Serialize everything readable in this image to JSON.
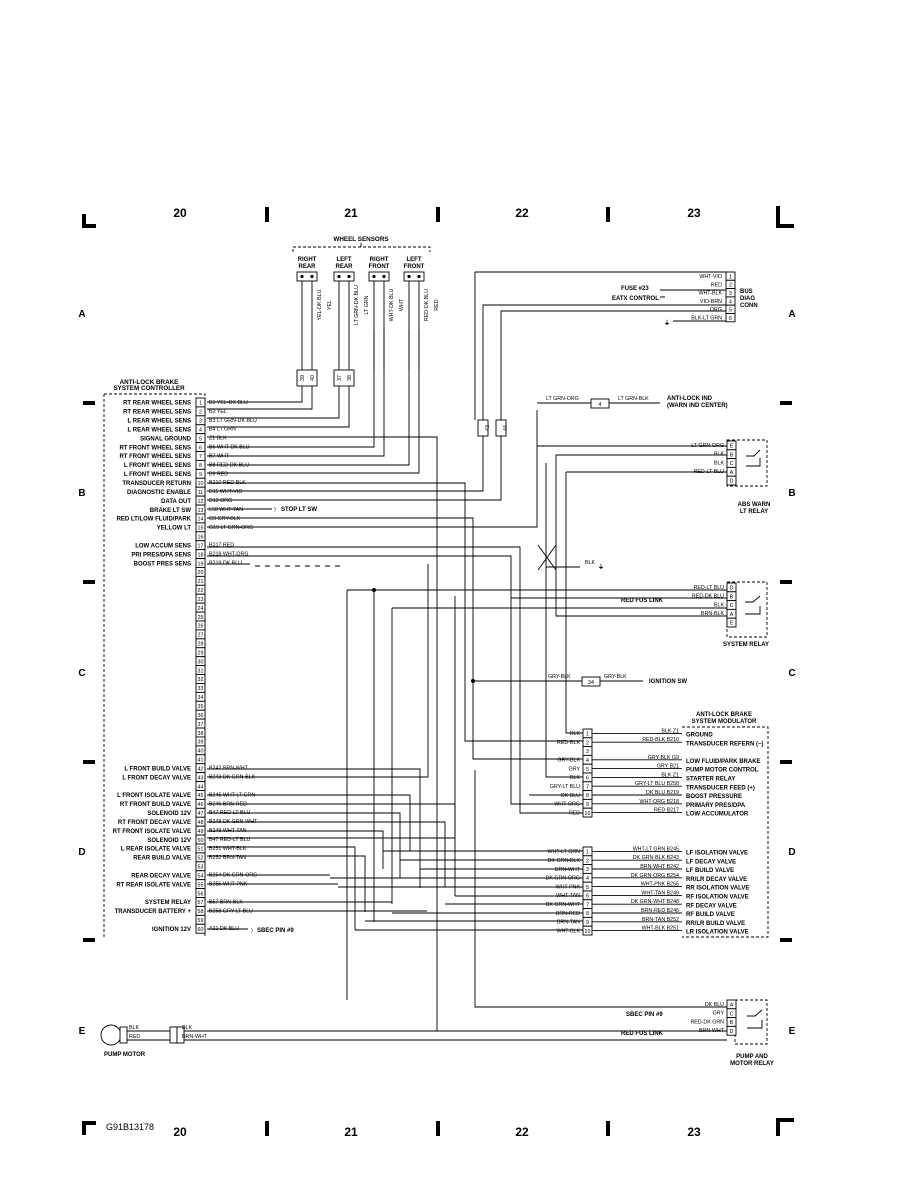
{
  "grid": {
    "columns": [
      "20",
      "21",
      "22",
      "23"
    ],
    "rows": [
      "A",
      "B",
      "C",
      "D",
      "E"
    ]
  },
  "wheel_sensors": {
    "title": "WHEEL SENSORS",
    "sensors": [
      {
        "label": [
          "RIGHT",
          "REAR"
        ],
        "wires": [
          "YEL-DK BLU",
          "YEL"
        ],
        "connector_pins": [
          "39",
          "40"
        ]
      },
      {
        "label": [
          "LEFT",
          "REAR"
        ],
        "wires": [
          "LT GRN-DK BLU",
          "LT GRN"
        ],
        "connector_pins": [
          "37",
          "38"
        ]
      },
      {
        "label": [
          "RIGHT",
          "FRONT"
        ],
        "wires": [
          "WHT-DK BLU",
          "WHT"
        ],
        "connector_pins": []
      },
      {
        "label": [
          "LEFT",
          "FRONT"
        ],
        "wires": [
          "RED-DK BLU",
          "RED"
        ],
        "connector_pins": []
      }
    ]
  },
  "controller": {
    "title": [
      "ANTI-LOCK BRAKE",
      "SYSTEM CONTROLLER"
    ],
    "pins": [
      {
        "pin": "1",
        "label": "RT REAR WHEEL SENS",
        "wire": "B1 YEL-DK BLU"
      },
      {
        "pin": "2",
        "label": "RT REAR WHEEL SENS",
        "wire": "B2 YEL"
      },
      {
        "pin": "3",
        "label": "L REAR WHEEL SENS",
        "wire": "B3 LT GRN-DK BLU"
      },
      {
        "pin": "4",
        "label": "L REAR WHEEL SENS",
        "wire": "B4 LT GRN"
      },
      {
        "pin": "5",
        "label": "SIGNAL GROUND",
        "wire": "Z1 BLK"
      },
      {
        "pin": "6",
        "label": "RT FRONT WHEEL SENS",
        "wire": "B6 WHT-DK BLU"
      },
      {
        "pin": "7",
        "label": "RT FRONT WHEEL SENS",
        "wire": "B7 WHT"
      },
      {
        "pin": "8",
        "label": "L FRONT WHEEL SENS",
        "wire": "B8 RED-DK BLU"
      },
      {
        "pin": "9",
        "label": "L FRONT WHEEL SENS",
        "wire": "B9 RED"
      },
      {
        "pin": "10",
        "label": "TRANSDUCER RETURN",
        "wire": "B210 RED-BLK"
      },
      {
        "pin": "11",
        "label": "DIAGNOSTIC ENABLE",
        "wire": "D11 WHT-VIO"
      },
      {
        "pin": "12",
        "label": "DATA OUT",
        "wire": "D12 ORG"
      },
      {
        "pin": "13",
        "label": "BRAKE LT SW",
        "wire": "L50 WHT-TAN"
      },
      {
        "pin": "14",
        "label": "RED LT/LOW FLUID/PARK",
        "wire": "G9 GRY-BLK"
      },
      {
        "pin": "15",
        "label": "YELLOW LT",
        "wire": "G19 LT GRN-ORG"
      },
      {
        "pin": "16",
        "label": "",
        "wire": ""
      },
      {
        "pin": "17",
        "label": "LOW ACCUM SENS",
        "wire": "B217 RED"
      },
      {
        "pin": "18",
        "label": "PRI PRES/DPA SENS",
        "wire": "B218 WHT-ORG"
      },
      {
        "pin": "19",
        "label": "BOOST PRES SENS",
        "wire": "B219 DK BLU"
      },
      {
        "pin": "20",
        "label": "",
        "wire": ""
      },
      {
        "pin": "21",
        "label": "",
        "wire": ""
      },
      {
        "pin": "22",
        "label": "",
        "wire": ""
      },
      {
        "pin": "23",
        "label": "",
        "wire": ""
      },
      {
        "pin": "24",
        "label": "",
        "wire": ""
      },
      {
        "pin": "25",
        "label": "",
        "wire": ""
      },
      {
        "pin": "26",
        "label": "",
        "wire": ""
      },
      {
        "pin": "27",
        "label": "",
        "wire": ""
      },
      {
        "pin": "28",
        "label": "",
        "wire": ""
      },
      {
        "pin": "29",
        "label": "",
        "wire": ""
      },
      {
        "pin": "30",
        "label": "",
        "wire": ""
      },
      {
        "pin": "31",
        "label": "",
        "wire": ""
      },
      {
        "pin": "32",
        "label": "",
        "wire": ""
      },
      {
        "pin": "33",
        "label": "",
        "wire": ""
      },
      {
        "pin": "34",
        "label": "",
        "wire": ""
      },
      {
        "pin": "35",
        "label": "",
        "wire": ""
      },
      {
        "pin": "36",
        "label": "",
        "wire": ""
      },
      {
        "pin": "37",
        "label": "",
        "wire": ""
      },
      {
        "pin": "38",
        "label": "",
        "wire": ""
      },
      {
        "pin": "39",
        "label": "",
        "wire": ""
      },
      {
        "pin": "40",
        "label": "",
        "wire": ""
      },
      {
        "pin": "41",
        "label": "",
        "wire": ""
      },
      {
        "pin": "42",
        "label": "L FRONT BUILD VALVE",
        "wire": "B242 BRN-WHT"
      },
      {
        "pin": "43",
        "label": "L FRONT DECAY VALVE",
        "wire": "B243 DK GRN-BLK"
      },
      {
        "pin": "44",
        "label": "",
        "wire": ""
      },
      {
        "pin": "45",
        "label": "L FRONT ISOLATE VALVE",
        "wire": "B245 WHT-LT GRN"
      },
      {
        "pin": "46",
        "label": "RT FRONT BUILD VALVE",
        "wire": "B246 BRN-RED"
      },
      {
        "pin": "47",
        "label": "SOLENOID 12V",
        "wire": "B47 RED-LT BLU"
      },
      {
        "pin": "48",
        "label": "RT FRONT DECAY VALVE",
        "wire": "B248 DK GRN-WHT"
      },
      {
        "pin": "49",
        "label": "RT FRONT ISOLATE VALVE",
        "wire": "B249 WHT-TAN"
      },
      {
        "pin": "50",
        "label": "SOLENOID 12V",
        "wire": "B47 RED-LT BLU"
      },
      {
        "pin": "51",
        "label": "L REAR ISOLATE VALVE",
        "wire": "B251 WHT-BLK"
      },
      {
        "pin": "52",
        "label": "REAR BUILD VALVE",
        "wire": "B252 BRN-TAN"
      },
      {
        "pin": "53",
        "label": "",
        "wire": ""
      },
      {
        "pin": "54",
        "label": "REAR DECAY VALVE",
        "wire": "B254 DK GRN-ORG"
      },
      {
        "pin": "55",
        "label": "RT REAR ISOLATE VALVE",
        "wire": "B255 WHT-PNK"
      },
      {
        "pin": "56",
        "label": "",
        "wire": ""
      },
      {
        "pin": "57",
        "label": "SYSTEM RELAY",
        "wire": "B57 BRN-BLK"
      },
      {
        "pin": "58",
        "label": "TRANSDUCER BATTERY +",
        "wire": "B258 GRY-LT BLU"
      },
      {
        "pin": "59",
        "label": "",
        "wire": ""
      },
      {
        "pin": "60",
        "label": "IGNITION 12V",
        "wire": "A21 DK BLU"
      }
    ]
  },
  "callouts": {
    "stop_lt_sw": "STOP LT SW",
    "sbec_pin_9_left": "SBEC PIN #9",
    "blk_ground": "BLK",
    "ignition_sw": "IGNITION SW",
    "gry_blk_a": "GRY-BLK",
    "gry_blk_b": "GRY-BLK",
    "splice_34": "34",
    "antilock_ind": [
      "ANTI-LOCK IND",
      "(WARN IND CENTER)"
    ],
    "lt_grn_org": "LT GRN-ORG",
    "lt_grn_blk": "LT GRN-BLK",
    "splice_4": "4",
    "splice_43": "43",
    "splice_44": "44"
  },
  "bus_diag": {
    "title": [
      "BUS",
      "DIAG",
      "CONN"
    ],
    "fuse": "FUSE #23",
    "eatx": "EATX CONTROL",
    "pins": [
      {
        "pin": "1",
        "wire": "WHT-VIO"
      },
      {
        "pin": "2",
        "wire": "RED"
      },
      {
        "pin": "3",
        "wire": "WHT-BLK"
      },
      {
        "pin": "4",
        "wire": "VIO-BRN"
      },
      {
        "pin": "5",
        "wire": "ORG"
      },
      {
        "pin": "6",
        "wire": "BLK-LT GRN"
      }
    ]
  },
  "abs_warn_relay": {
    "title": [
      "ABS WARN",
      "LT RELAY"
    ],
    "pins": [
      {
        "pin": "E",
        "wire": "LT GRN-ORG"
      },
      {
        "pin": "B",
        "wire": "BLK"
      },
      {
        "pin": "C",
        "wire": "BLK"
      },
      {
        "pin": "A",
        "wire": "RED-LT BLU"
      },
      {
        "pin": "D",
        "wire": ""
      }
    ]
  },
  "system_relay": {
    "title": "SYSTEM RELAY",
    "red_fus_link": "RED FUS LINK",
    "pins": [
      {
        "pin": "D",
        "wire": "RED-LT BLU"
      },
      {
        "pin": "B",
        "wire": "RED-DK BLU"
      },
      {
        "pin": "C",
        "wire": "BLK"
      },
      {
        "pin": "A",
        "wire": "BRN-BLK"
      },
      {
        "pin": "E",
        "wire": ""
      }
    ]
  },
  "modulator": {
    "title": [
      "ANTI-LOCK BRAKE",
      "SYSTEM MODULATOR"
    ],
    "conn1": [
      {
        "pin": "1",
        "left": "BLK",
        "right": "BLK Z1",
        "label": "GROUND"
      },
      {
        "pin": "2",
        "left": "RED-BLK",
        "right": "RED-BLK B210",
        "label": "TRANSDUCER REFERN (−)"
      },
      {
        "pin": "3",
        "left": "",
        "right": "",
        "label": ""
      },
      {
        "pin": "4",
        "left": "GRY-BLK",
        "right": "GRY-BLK G9",
        "label": "LOW FLUID/PARK BRAKE"
      },
      {
        "pin": "5",
        "left": "GRY",
        "right": "GRY B21",
        "label": "PUMP MOTOR CONTROL"
      },
      {
        "pin": "6",
        "left": "BLK",
        "right": "BLK Z1",
        "label": "STARTER RELAY"
      },
      {
        "pin": "7",
        "left": "GRY-LT BLU",
        "right": "GRY-LT BLU B258",
        "label": "TRANSDUCER FEED (+)"
      },
      {
        "pin": "8",
        "left": "DK BLU",
        "right": "DK BLU B219",
        "label": "BOOST PRESSURE"
      },
      {
        "pin": "9",
        "left": "WHT-ORG",
        "right": "WHT-ORG B218",
        "label": "PRIMARY PRES/DPA"
      },
      {
        "pin": "10",
        "left": "RED",
        "right": "RED B217",
        "label": "LOW ACCUMULATOR"
      }
    ],
    "conn2": [
      {
        "pin": "1",
        "left": "WHT-LT GRN",
        "right": "WHT-LT GRN B245",
        "label": "LF ISOLATION VALVE"
      },
      {
        "pin": "2",
        "left": "DK GRN-BLK",
        "right": "DK GRN-BLK B243",
        "label": "LF DECAY VALVE"
      },
      {
        "pin": "3",
        "left": "BRN-WHT",
        "right": "BRN-WHT B242",
        "label": "LF BUILD VALVE"
      },
      {
        "pin": "4",
        "left": "DK GRN-ORG",
        "right": "DK GRN-ORG B254",
        "label": "RR/LR DECAY VALVE"
      },
      {
        "pin": "5",
        "left": "WHT-PNK",
        "right": "WHT-PNK B255",
        "label": "RR ISOLATION VALVE"
      },
      {
        "pin": "6",
        "left": "WHT-TAN",
        "right": "WHT-TAN B249",
        "label": "RF ISOLATION VALVE"
      },
      {
        "pin": "7",
        "left": "DK GRN-WHT",
        "right": "DK GRN-WHT B248",
        "label": "RF DECAY VALVE"
      },
      {
        "pin": "8",
        "left": "BRN-RED",
        "right": "BRN-RED B246",
        "label": "RF BUILD VALVE"
      },
      {
        "pin": "9",
        "left": "BRN-TAN",
        "right": "BRN-TAN B252",
        "label": "RR/LR BUILD VALVE"
      },
      {
        "pin": "10",
        "left": "WHT-BLK",
        "right": "WHT-BLK B251",
        "label": "LR ISOLATION VALVE"
      }
    ]
  },
  "pump_motor_relay": {
    "title": [
      "PUMP AND",
      "MOTOR RELAY"
    ],
    "sbec": "SBEC PIN #9",
    "red_fus_link": "RED FUS LINK",
    "pins": [
      {
        "pin": "A",
        "wire": "DK BLU"
      },
      {
        "pin": "C",
        "wire": "GRY"
      },
      {
        "pin": "B",
        "wire": "RED-DK GRN"
      },
      {
        "pin": "D",
        "wire": "BRN-WHT"
      }
    ]
  },
  "pump_motor": {
    "title": "PUMP MOTOR",
    "wires": [
      "BLK",
      "RED"
    ],
    "harness": [
      "BLK",
      "BRN-WHT"
    ]
  },
  "footer": {
    "code": "G91B13178"
  }
}
